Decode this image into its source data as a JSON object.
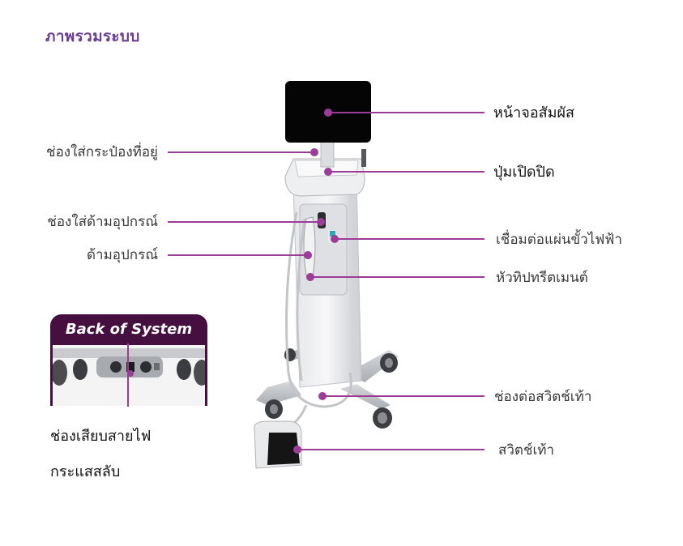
{
  "page": {
    "title": "ภาพรวมระบบ"
  },
  "callouts": {
    "left": [
      {
        "id": "canister-slot",
        "label": "ช่องใส่กระป๋องที่อยู่"
      },
      {
        "id": "handpiece-holder",
        "label": "ช่องใส่ด้ามอุปกรณ์"
      },
      {
        "id": "handpiece",
        "label": "ด้ามอุปกรณ์"
      }
    ],
    "right": [
      {
        "id": "touch-screen",
        "label": "หน้าจอสัมผัส"
      },
      {
        "id": "power-button",
        "label": "ปุ่มเปิดปิด"
      },
      {
        "id": "electrode-connector",
        "label": "เชื่อมต่อแผ่นขั้วไฟฟ้า"
      },
      {
        "id": "treatment-tip",
        "label": "หัวทิปทรีตเมนต์"
      },
      {
        "id": "footswitch-port",
        "label": "ช่องต่อสวิตช์เท้า"
      },
      {
        "id": "footswitch",
        "label": "สวิตช์เท้า"
      }
    ]
  },
  "inset": {
    "heading": "Back of System",
    "callout_line1": "ช่องเสียบสายไฟ",
    "callout_line2": "กระแสสลับ"
  },
  "colors": {
    "accent": "#9b3c98",
    "title": "#6a3d92",
    "inset_header": "#45103f",
    "screen": "#050505",
    "body_text": "#3a3a3a"
  }
}
